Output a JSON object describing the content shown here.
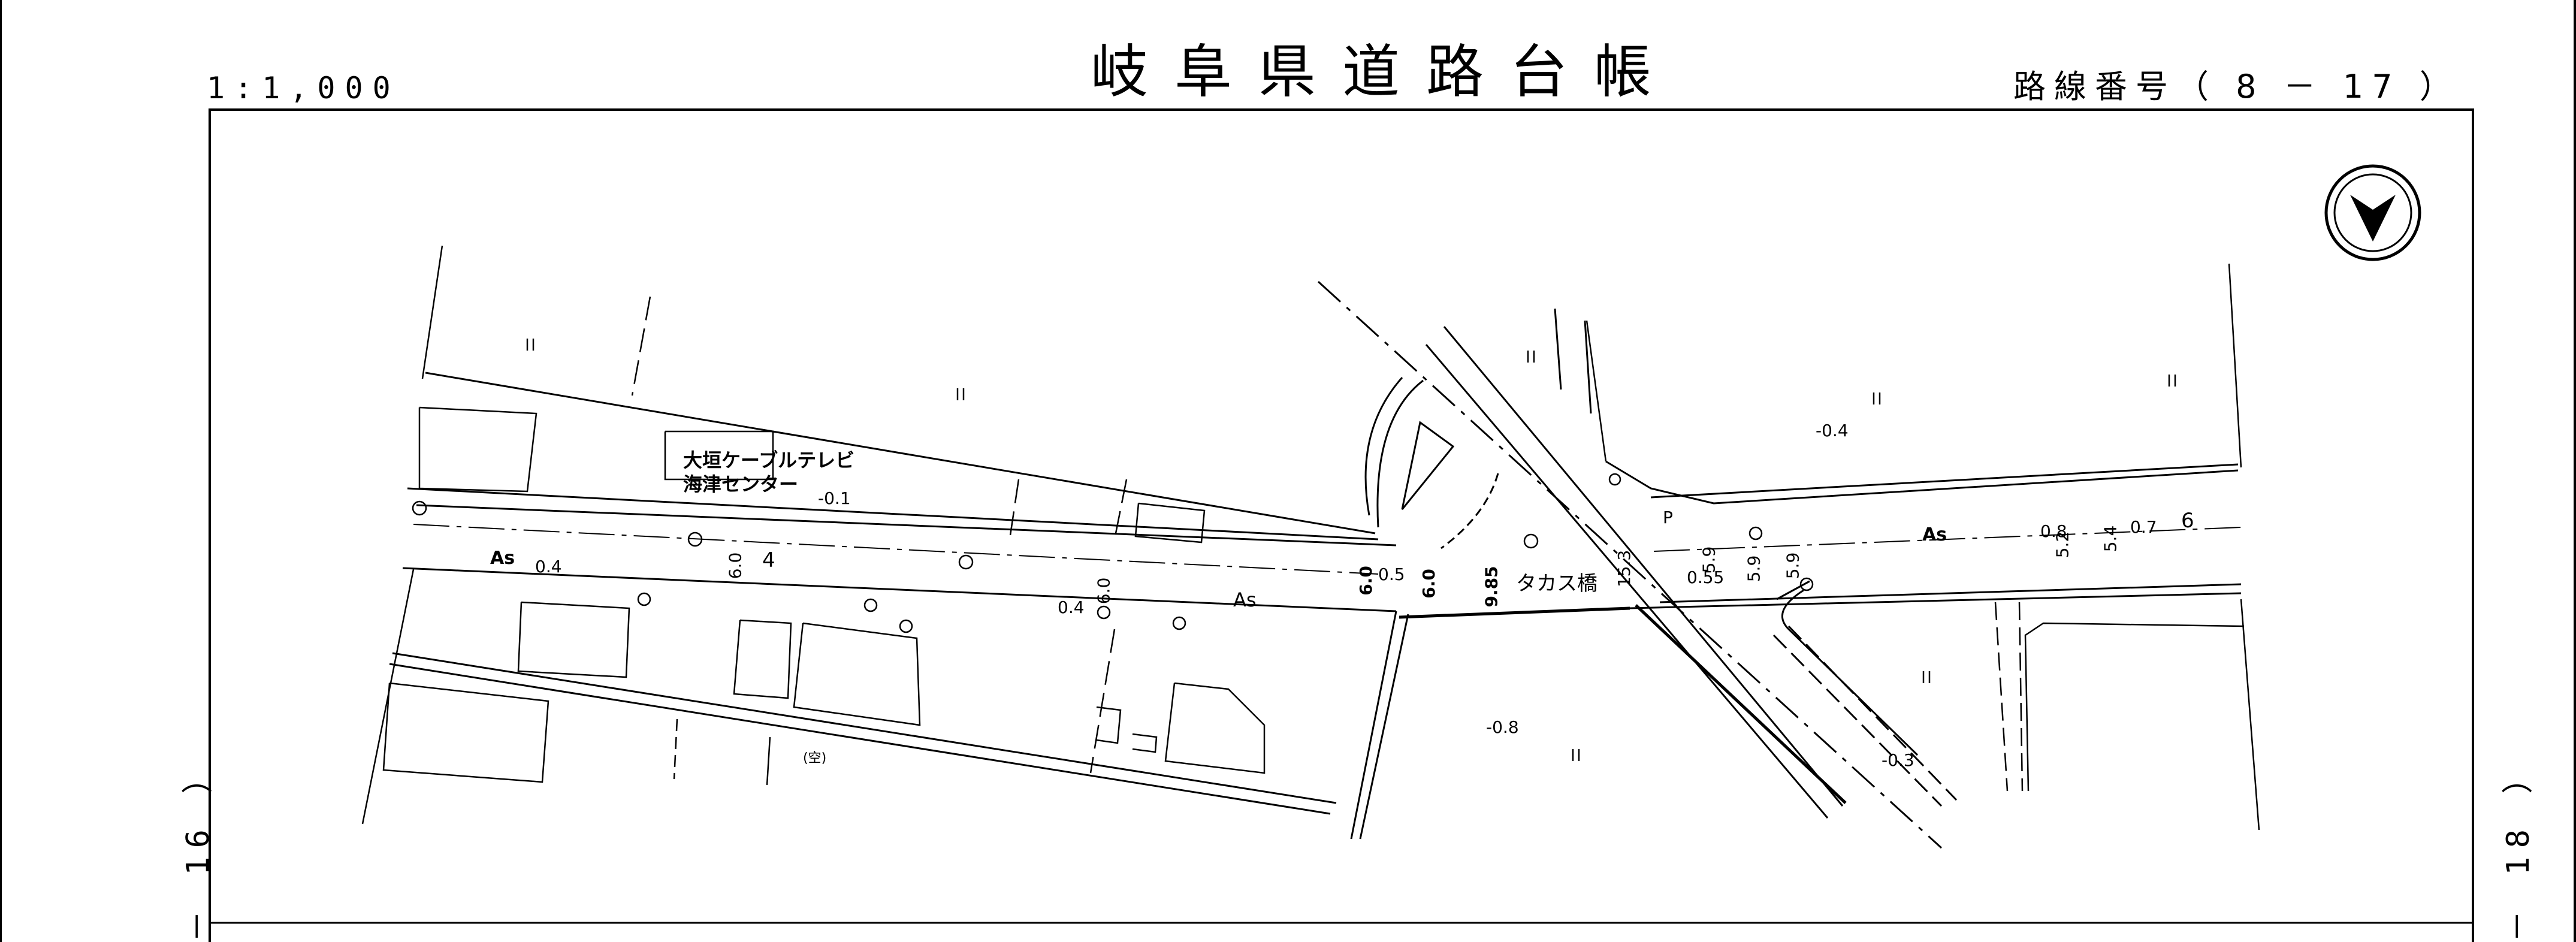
{
  "header": {
    "scale": "1:1,000",
    "title": "岐阜県道路台帳",
    "route_number": "路線番号（ 8 － 17 ）"
  },
  "edges": {
    "left": "－ 16 ）",
    "right": "－ 18 ）"
  },
  "map_labels": {
    "facility_line1": "大垣ケーブルテレビ",
    "facility_line2": "海津センター",
    "bridge": "タカス橋",
    "as_1": "As",
    "as_2": "As",
    "as_3": "As",
    "elev_a": "-0.1",
    "elev_b": "0.4",
    "elev_c": "0.4",
    "elev_d": "-0.4",
    "elev_e": "-0.8",
    "elev_f": "-0.3",
    "w_1": "6.0",
    "w_2": "4",
    "w_3": "6.0",
    "w_4": "6.0",
    "w_5": "0.5",
    "w_6": "6.0",
    "w_7": "9.85",
    "w_8": "15.3",
    "w_9": "0.55",
    "w_10": "5.9",
    "w_11": "5.9",
    "w_12": "5.9",
    "w_13": "5.2",
    "w_14": "0.8",
    "w_15": "5.4",
    "w_16": "0.7",
    "w_17": "6",
    "p_mark": "P",
    "vacant": "(空)"
  },
  "icons": {
    "north_arrow": "north-arrow-icon"
  }
}
